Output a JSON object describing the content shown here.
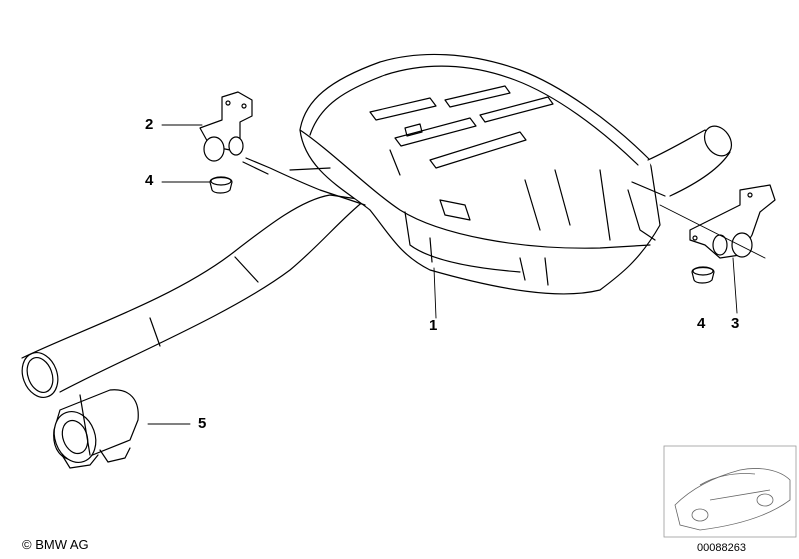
{
  "callouts": [
    {
      "id": "1",
      "label": "1"
    },
    {
      "id": "2",
      "label": "2"
    },
    {
      "id": "3",
      "label": "3"
    },
    {
      "id": "4a",
      "label": "4"
    },
    {
      "id": "4b",
      "label": "4"
    },
    {
      "id": "5",
      "label": "5"
    }
  ],
  "footer": {
    "copyright": "© BMW AG",
    "diagram_number": "00088263"
  }
}
